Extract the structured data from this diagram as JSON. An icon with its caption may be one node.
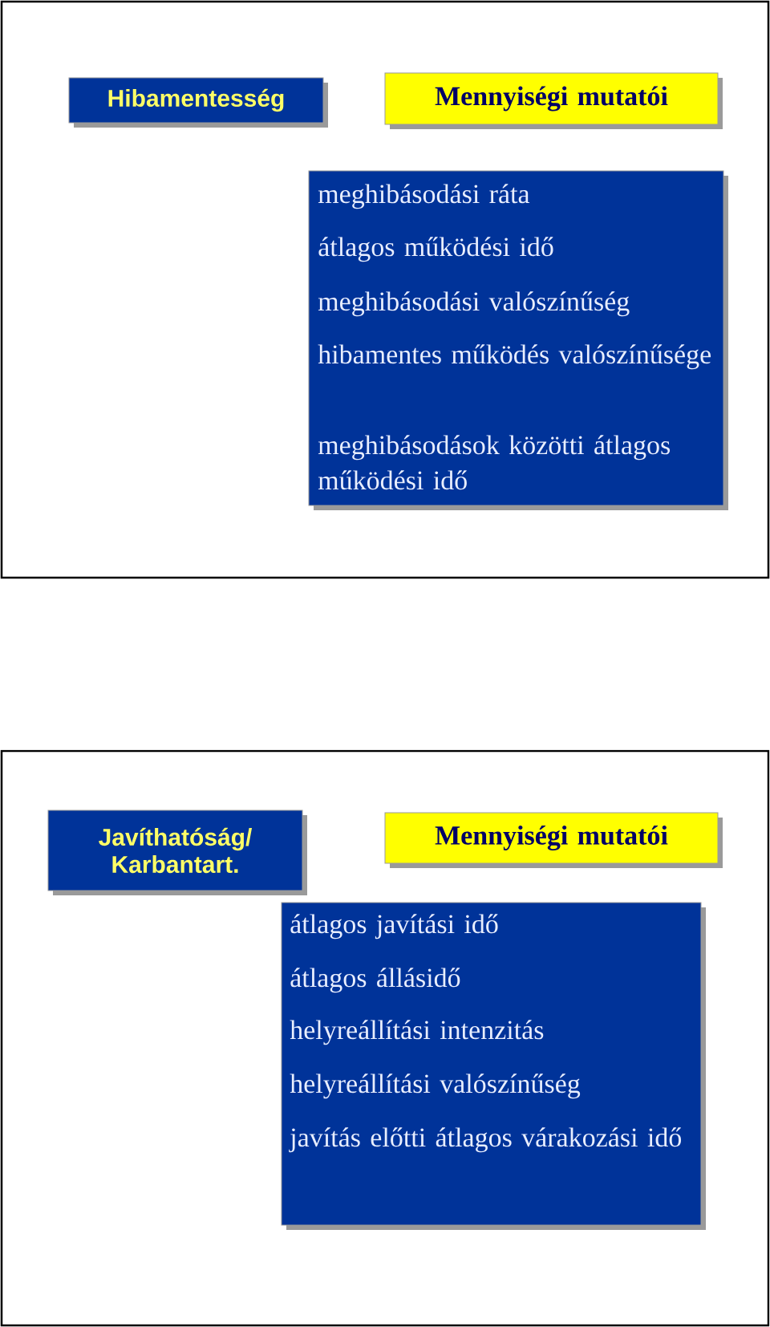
{
  "diagram": {
    "nodes": [
      {
        "text": [
          "Hibamentesség"
        ]
      },
      {
        "text": [
          "Mennyiségi mutatói"
        ]
      },
      {
        "text": [
          "meghibásodási ráta",
          "átlagos működési idő",
          "meghibásodási valószínűség",
          "hibamentes működés valószínűsége",
          "meghibásodások közötti átlagos működési idő"
        ]
      },
      {
        "text": [
          "Javíthatóság/ Karbantart."
        ]
      },
      {
        "text": [
          "Mennyiségi mutatói"
        ]
      },
      {
        "text": [
          "átlagos javítási idő",
          "átlagos állásidő",
          "helyreállítási intenzitás",
          "helyreállítási valószínűség",
          "javítás előtti átlagos várakozási idő"
        ]
      }
    ]
  }
}
